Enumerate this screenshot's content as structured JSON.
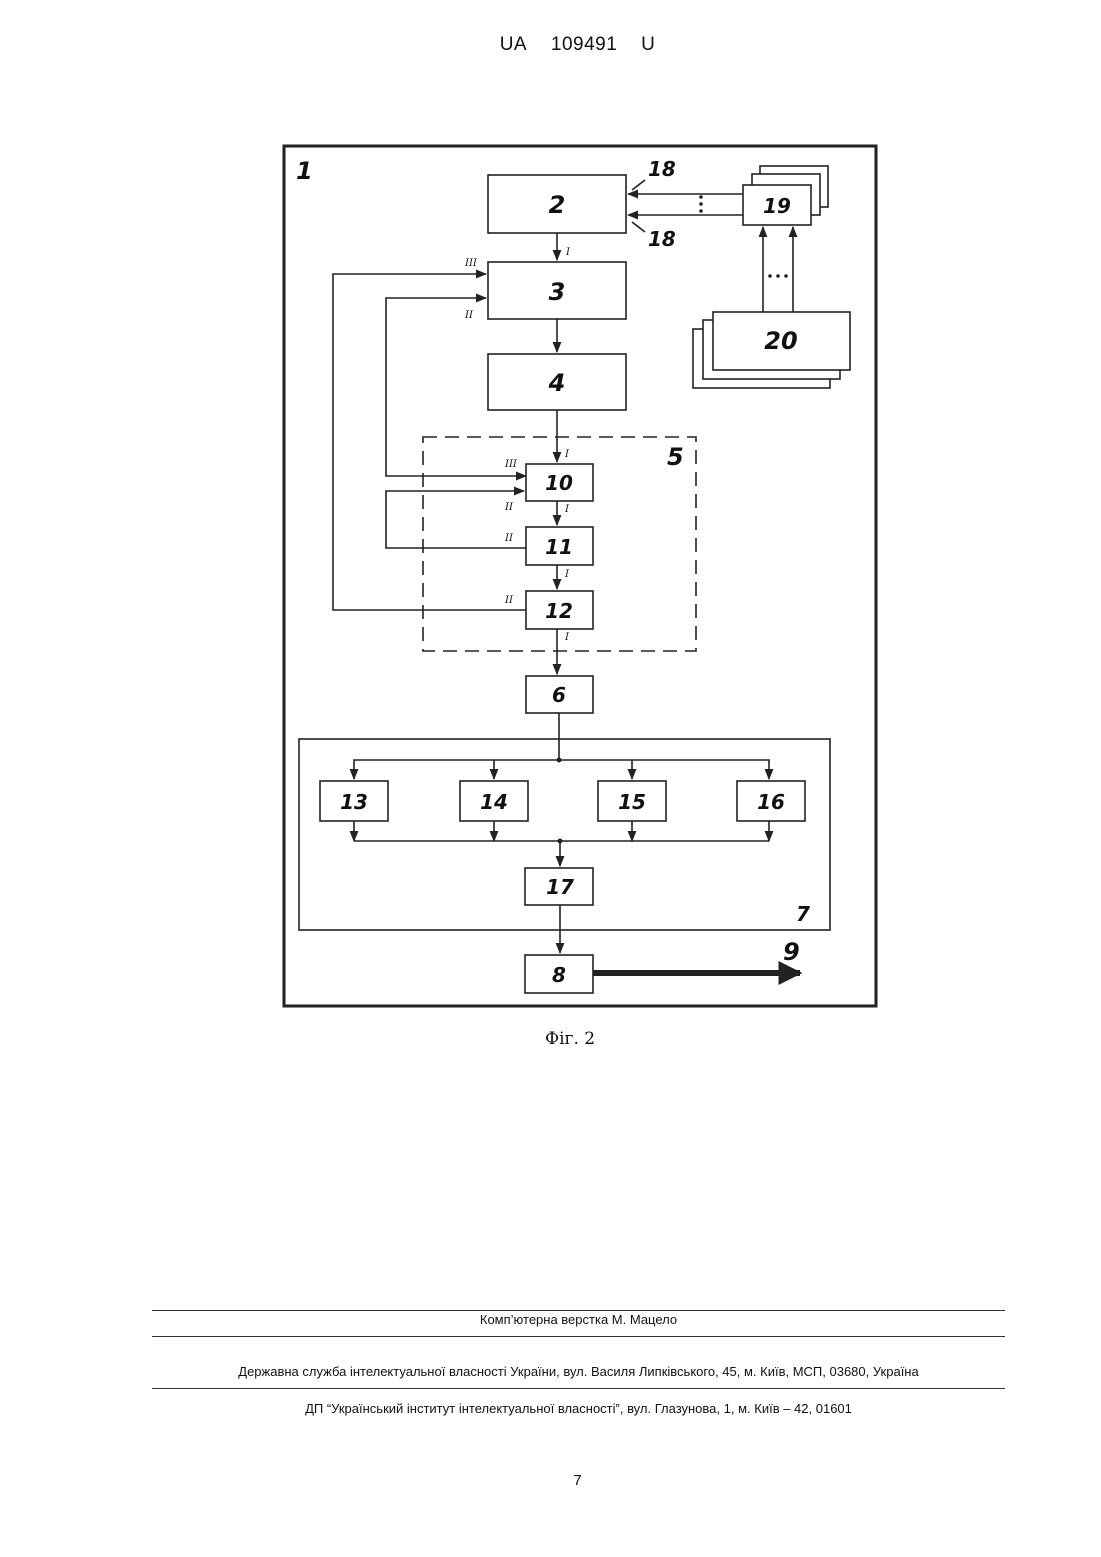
{
  "header": {
    "country": "UA",
    "number": "109491",
    "kind": "U"
  },
  "figure": {
    "caption": "Фіг. 2",
    "labels": {
      "b1": "1",
      "b2": "2",
      "b3": "3",
      "b4": "4",
      "b5": "5",
      "b6": "6",
      "b7": "7",
      "b8": "8",
      "b9": "9",
      "b10": "10",
      "b11": "11",
      "b12": "12",
      "b13": "13",
      "b14": "14",
      "b15": "15",
      "b16": "16",
      "b17": "17",
      "b18a": "18",
      "b18b": "18",
      "b19": "19",
      "b20": "20"
    },
    "ports": {
      "one": "I",
      "two": "II",
      "three": "III"
    }
  },
  "footer": {
    "layout": "Комп’ютерна верстка М. Мацело",
    "agency": "Державна служба інтелектуальної власності України, вул. Василя Липківського, 45, м. Київ, МСП, 03680, Україна",
    "institute": "ДП “Український інститут інтелектуальної власності”, вул. Глазунова, 1, м. Київ – 42, 01601"
  },
  "page_number": "7"
}
